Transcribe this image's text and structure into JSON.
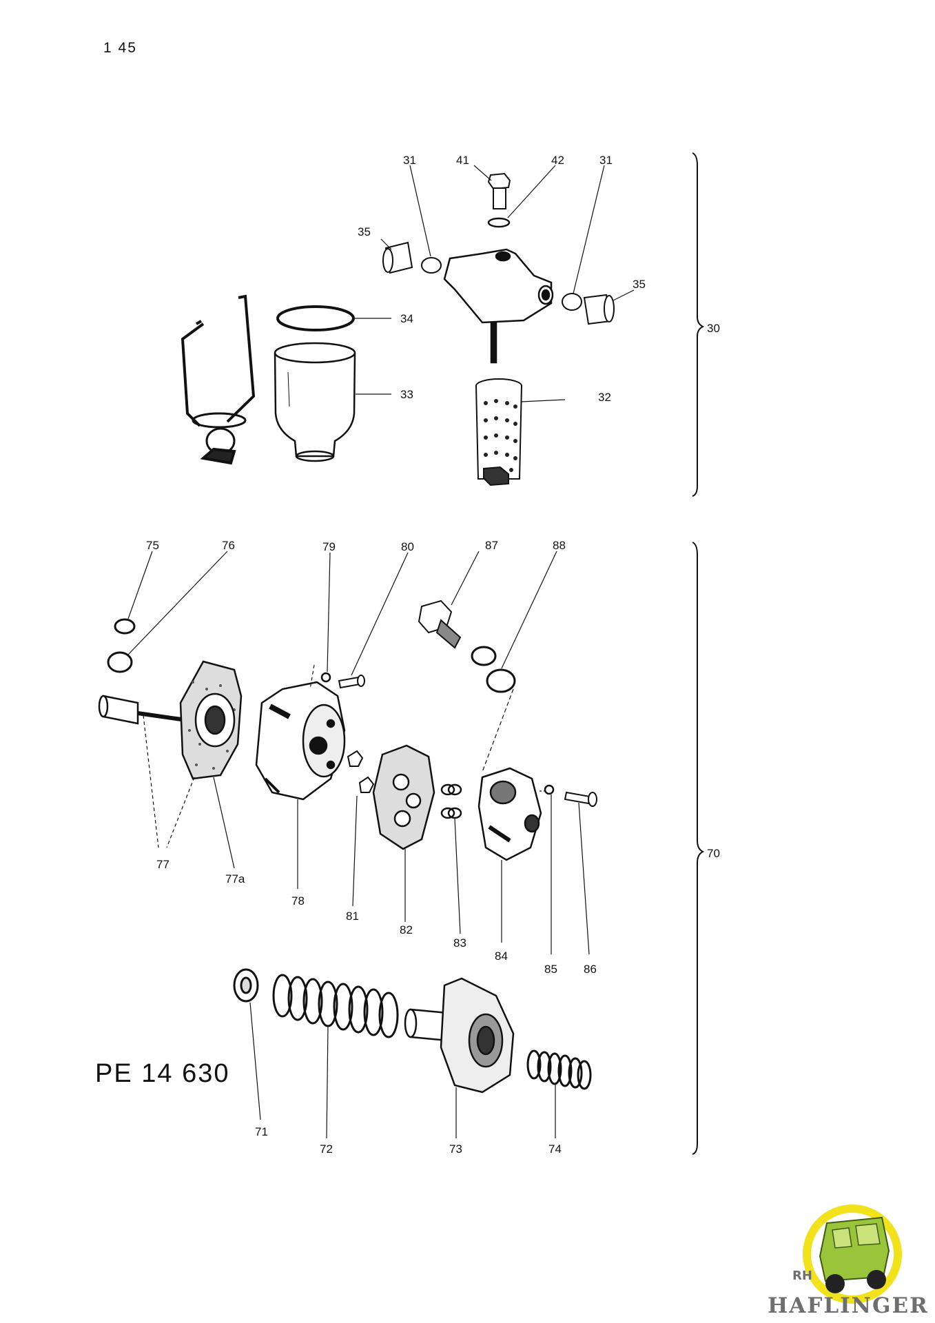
{
  "page_number": "1 45",
  "part_number": "PE 14 630",
  "groups": {
    "upper": "30",
    "lower": "70"
  },
  "callouts": {
    "c41": "41",
    "c42": "42",
    "c31a": "31",
    "c31b": "31",
    "c35a": "35",
    "c35b": "35",
    "c34": "34",
    "c33": "33",
    "c32": "32",
    "c75": "75",
    "c76": "76",
    "c79": "79",
    "c80": "80",
    "c87": "87",
    "c88": "88",
    "c77": "77",
    "c77a": "77a",
    "c78": "78",
    "c81": "81",
    "c82": "82",
    "c83": "83",
    "c84": "84",
    "c85": "85",
    "c86": "86",
    "c71": "71",
    "c72": "72",
    "c73": "73",
    "c74": "74"
  },
  "logo": {
    "text_top": "RH",
    "text_bottom": "HAFLINGER",
    "colors": {
      "ring": "#f2e21c",
      "vehicle": "#9ac43a",
      "text": "#6e6e6e"
    }
  }
}
